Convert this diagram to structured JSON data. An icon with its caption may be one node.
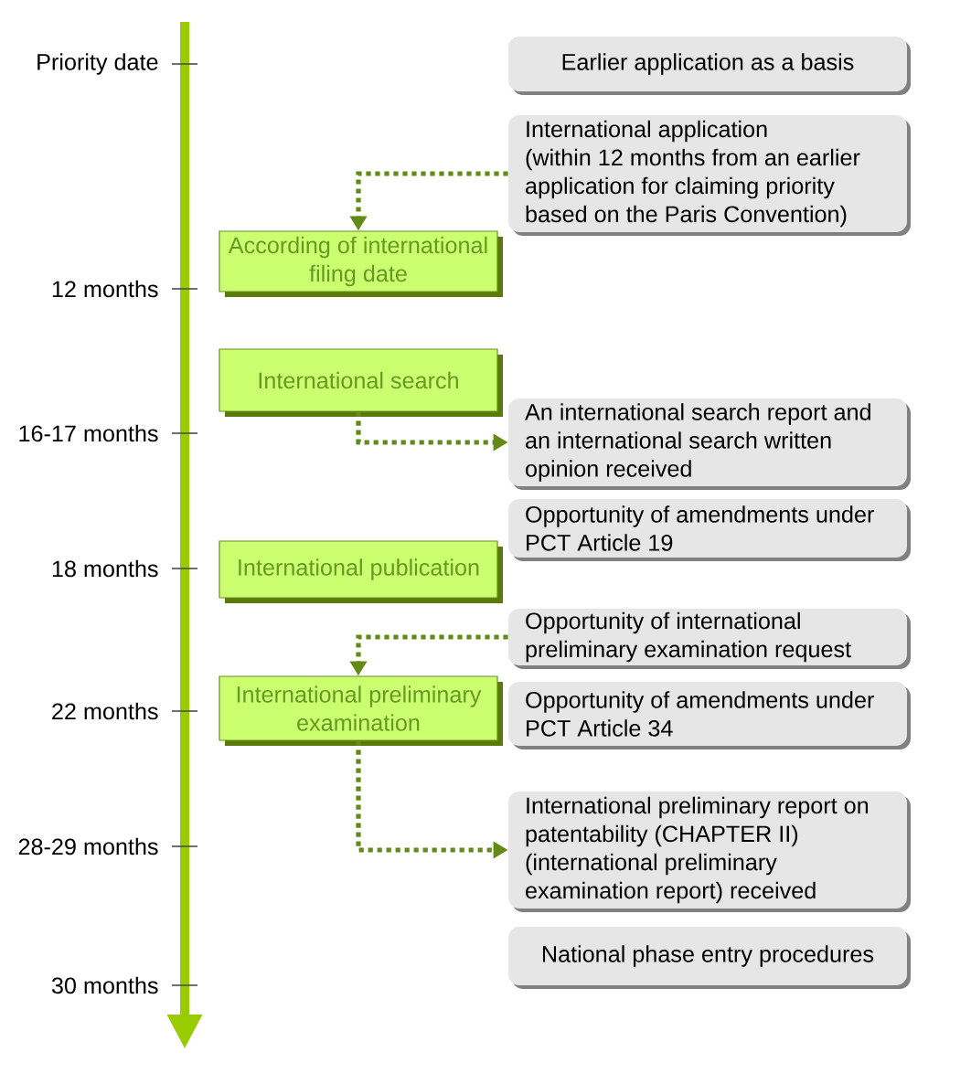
{
  "diagram": {
    "nodes": [
      {
        "text": [
          "Earlier application as a basis"
        ]
      },
      {
        "text": [
          "International application",
          "(within 12 months from an earlier application for claiming priority based on the Paris Convention)"
        ]
      },
      {
        "text": [
          "According of international filing date"
        ]
      },
      {
        "text": [
          "International search"
        ]
      },
      {
        "text": [
          "An international search report and an international search written opinion received"
        ]
      },
      {
        "text": [
          "Opportunity of amendments under PCT Article 19"
        ]
      },
      {
        "text": [
          "International publication"
        ]
      },
      {
        "text": [
          "Opportunity of international preliminary examination request"
        ]
      },
      {
        "text": [
          "International preliminary examination"
        ]
      },
      {
        "text": [
          "Opportunity of amendments under PCT Article 34"
        ]
      },
      {
        "text": [
          "International preliminary report on patentability (CHAPTER II) (international preliminary examination report) received"
        ]
      },
      {
        "text": [
          "National phase entry procedures"
        ]
      }
    ],
    "edges": [
      {
        "from": 1,
        "to": 2,
        "arrow": "to",
        "style": "dashed"
      },
      {
        "from": 3,
        "to": 4,
        "arrow": "to",
        "style": "dashed"
      },
      {
        "from": 7,
        "to": 8,
        "arrow": "to",
        "style": "dashed"
      },
      {
        "from": 8,
        "to": 10,
        "arrow": "to",
        "style": "dashed"
      }
    ],
    "labels": [
      "Priority date",
      "12 months",
      "16-17 months",
      "18 months",
      "22 months",
      "28-29 months",
      "30 months"
    ]
  }
}
